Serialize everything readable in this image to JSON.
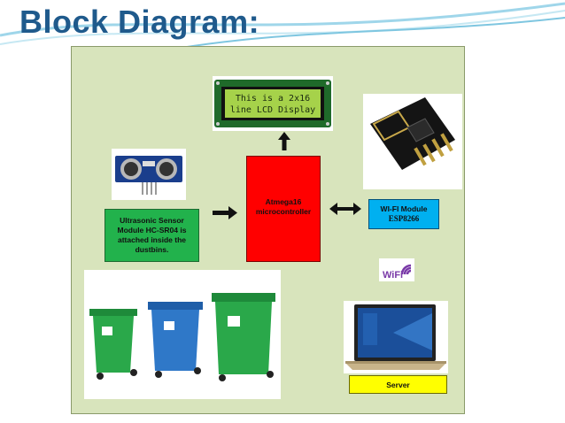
{
  "slide": {
    "title": "Block Diagram:"
  },
  "lcd": {
    "line1": "This is a 2x16",
    "line2": "line LCD Display"
  },
  "sensor": {
    "text": "Ultrasonic Sensor Module HC-SR04 is attached inside the dustbins."
  },
  "microcontroller": {
    "line1": "Atmega16",
    "line2": "microcontroller"
  },
  "wifi_module": {
    "line1": "WI-FI Module",
    "line2": "ESP8266"
  },
  "server": {
    "label": "Server"
  },
  "wifi_icon": {
    "text": "WiFi"
  },
  "colors": {
    "title": "#1f5a8c",
    "panel": "#d8e4bc",
    "sensor_box": "#22b24c",
    "mcu_box": "#ff0000",
    "wifi_box": "#00b0f0",
    "server_box": "#ffff00"
  }
}
